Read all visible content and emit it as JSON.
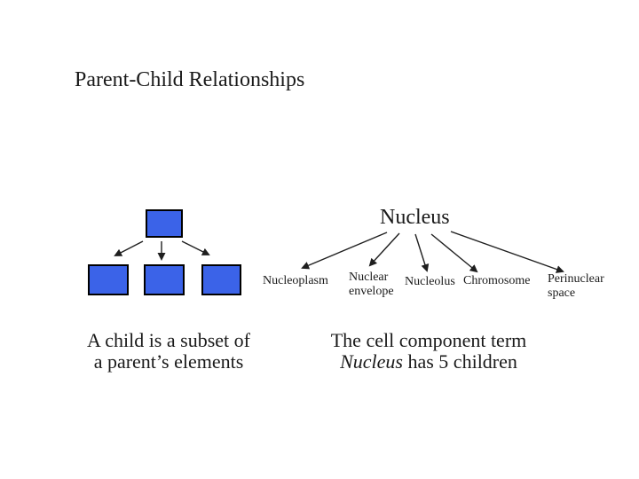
{
  "slide": {
    "title": "Parent-Child Relationships",
    "background_color": "#ffffff",
    "text_color": "#1a1a1a"
  },
  "colors": {
    "box_fill": "#3b63e8",
    "box_border": "#000000",
    "arrow": "#1f1f1f"
  },
  "left_diagram": {
    "caption": {
      "line1": "A child is a subset of",
      "line2": "a parent’s elements"
    }
  },
  "right_diagram": {
    "root_label": "Nucleus",
    "children": [
      {
        "label": "Nucleoplasm"
      },
      {
        "label": "Nuclear\nenvelope"
      },
      {
        "label": "Nucleolus"
      },
      {
        "label": "Chromosome"
      },
      {
        "label": "Perinuclear\nspace"
      }
    ],
    "caption": {
      "line1": "The cell component term",
      "line2_italic": "Nucleus",
      "line2_rest": " has 5 children"
    }
  }
}
